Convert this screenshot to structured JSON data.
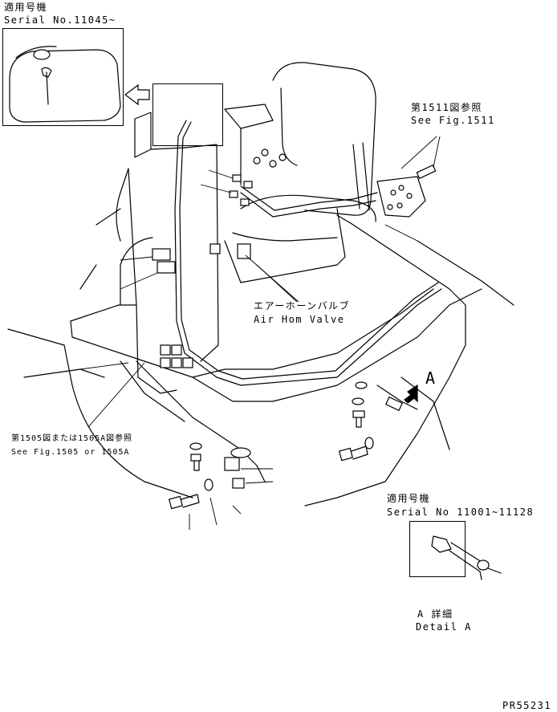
{
  "top_left_applicable": {
    "jp": "適用号機",
    "serial": "Serial No.11045~"
  },
  "ref_1511": {
    "jp": "第1511図参照",
    "en": "See Fig.1511"
  },
  "air_horn_valve": {
    "jp": "エアーホーンバルブ",
    "en": "Air Hom Valve"
  },
  "ref_1505": {
    "jp": "第1505図または1505A図参照",
    "en": "See Fig.1505 or 1505A"
  },
  "detail_marker": "A",
  "bottom_right_applicable": {
    "jp": "適用号機",
    "serial": "Serial No 11001~11128"
  },
  "detail_caption": {
    "jp": "A 詳細",
    "en": "Detail A"
  },
  "drawing_number": "PR55231"
}
